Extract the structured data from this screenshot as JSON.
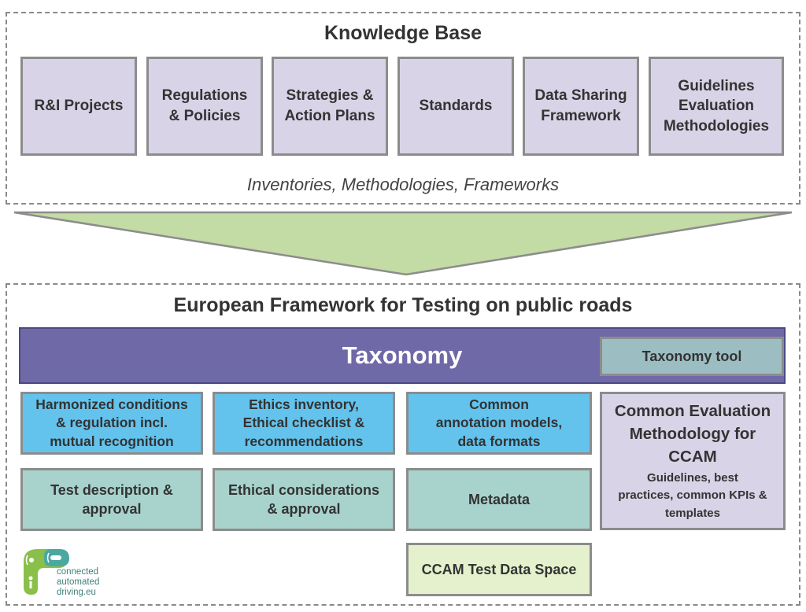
{
  "knowledge_base": {
    "title": "Knowledge Base",
    "cards": [
      {
        "label": "R&I Projects"
      },
      {
        "label": "Regulations\n& Policies"
      },
      {
        "label": "Strategies &\nAction Plans"
      },
      {
        "label": "Standards"
      },
      {
        "label": "Data Sharing\nFramework"
      },
      {
        "label": "Guidelines\nEvaluation\nMethodologies"
      }
    ],
    "subtitle": "Inventories, Methodologies, Frameworks"
  },
  "european_framework": {
    "title": "European Framework for Testing on public roads",
    "taxonomy": {
      "label": "Taxonomy",
      "tool_label": "Taxonomy tool"
    },
    "blue_cards": [
      {
        "label": "Harmonized conditions\n& regulation incl.\nmutual recognition"
      },
      {
        "label": "Ethics inventory,\nEthical checklist &\nrecommendations"
      },
      {
        "label": "Common\nannotation models,\ndata formats"
      }
    ],
    "teal_cards": [
      {
        "label": "Test description &\napproval"
      },
      {
        "label": "Ethical considerations\n& approval"
      },
      {
        "label": "Metadata"
      }
    ],
    "evaluation": {
      "heading": "Common Evaluation\nMethodology for\nCCAM",
      "subtext": "Guidelines, best\npractices, common KPIs &\ntemplates"
    },
    "data_space": {
      "label": "CCAM Test Data Space"
    }
  },
  "logo": {
    "text": "connected\nautomated\ndriving.eu"
  },
  "colors": {
    "lavender": "#d8d3e6",
    "purple_bar": "#7069a8",
    "blue": "#63c3ed",
    "teal": "#a8d3cd",
    "green_funnel": "#c3dba4",
    "light_green": "#e4f1cc"
  }
}
